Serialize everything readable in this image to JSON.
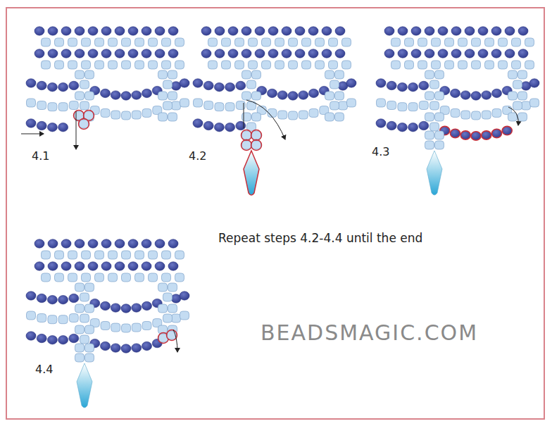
{
  "diagram": {
    "labels": [
      "4.1",
      "4.2",
      "4.3",
      "Repeat steps 4.2-4.4 until the end",
      "4.4",
      "BEADSMAGIC.COM"
    ]
  }
}
